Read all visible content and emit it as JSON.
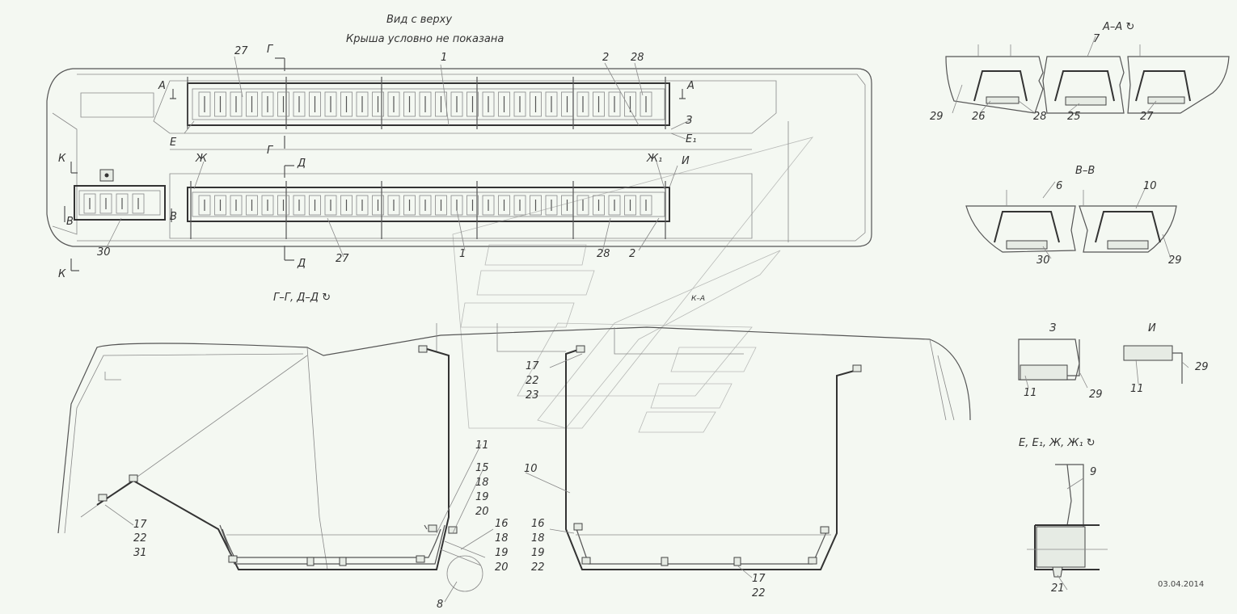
{
  "header": {
    "title": "Вид с верху",
    "subtitle": "Крыша условно не показана"
  },
  "views": {
    "aa": "А–А",
    "vv": "В–В",
    "gd": "Г–Г, Д–Д",
    "z": "З",
    "i": "И",
    "eez": "Е, Е₁, Ж, Ж₁",
    "ka": "К–А"
  },
  "section_marks": {
    "a_left": "А",
    "a_right": "А",
    "g_top": "Г",
    "g_bottom": "Г",
    "d_top": "Д",
    "d_bottom": "Д",
    "k_top": "К",
    "k_bottom": "К",
    "v_left": "В",
    "v_right": "В",
    "e": "Е",
    "e1": "Е₁",
    "zh": "Ж",
    "zh1": "Ж₁",
    "z": "З",
    "i": "И"
  },
  "callouts": {
    "c27a": "27",
    "c1a": "1",
    "c2a": "2",
    "c28a": "28",
    "c3": "3",
    "c30": "30",
    "c27b": "27",
    "c1b": "1",
    "c28b": "28",
    "c2b": "2",
    "aa7": "7",
    "aa29": "29",
    "aa26": "26",
    "aa28": "28",
    "aa25": "25",
    "aa27": "27",
    "vv6": "6",
    "vv10": "10",
    "vv30": "30",
    "vv29": "29",
    "z11": "11",
    "z29": "29",
    "i11": "11",
    "i29": "29",
    "e9": "9",
    "e21": "21",
    "s17a": "17",
    "s22a": "22",
    "s31": "31",
    "s11": "11",
    "s15": "15",
    "s18a": "18",
    "s19a": "19",
    "s20a": "20",
    "s16a": "16",
    "s18b": "18",
    "s19b": "19",
    "s20b": "20",
    "s8": "8",
    "s10": "10",
    "s16b": "16",
    "s18c": "18",
    "s19c": "19",
    "s22b": "22",
    "s17b": "17",
    "s22c": "22",
    "s17c": "17",
    "s22d": "22",
    "s23": "23"
  },
  "date": "03.04.2014"
}
